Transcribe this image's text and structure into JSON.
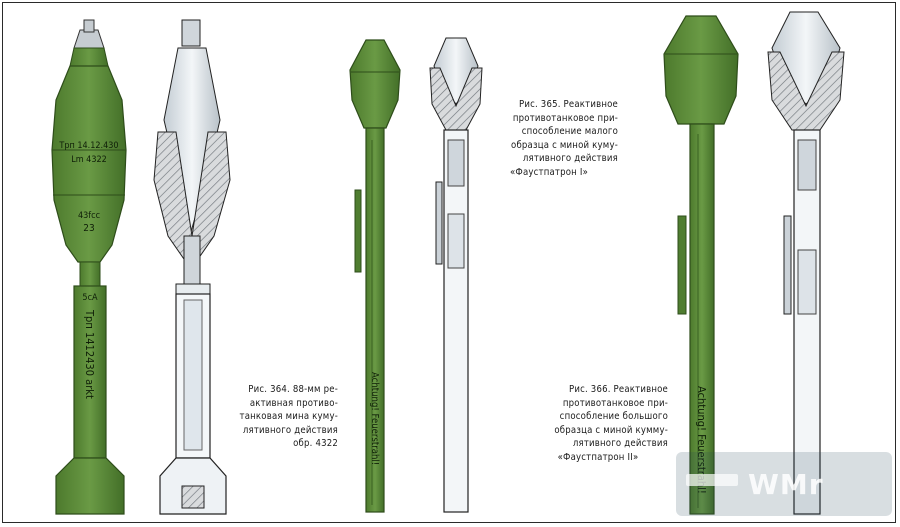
{
  "figures": [
    {
      "lines": [
        "Рис. 364. 88-мм ре-",
        "активная противо-",
        "танковая мина куму-",
        "лятивного действия",
        "обр. 4322"
      ]
    },
    {
      "lines": [
        "Рис. 365. Реактивное",
        "противотанковое при-",
        "способление малого",
        "образца с миной куму-",
        "лятивного действия",
        "«Фаустпатрон I»"
      ]
    },
    {
      "lines": [
        "Рис. 366. Реактивное",
        "противотанковое при-",
        "способление большого",
        "образца с миной кумму-",
        "лятивного действия",
        "«Фаустпатрон II»"
      ]
    }
  ],
  "markings": {
    "warhead_1": "Трп 14.12.430",
    "warhead_2": "Lm 4322",
    "warhead_3": "43fcc",
    "warhead_4": "23",
    "tail_1": "5cA",
    "tail_vertical": "Трп 1412430 arkt",
    "tube_small": "Achtung! Feuerstrahl!",
    "tube_large": "Achtung! Feuerstrahl!"
  },
  "watermark": "WMr",
  "colors": {
    "olive": "#5f8c3c",
    "olive_dark": "#3f6a26",
    "metal": "#d6dde2",
    "hatch": "#8a8f96"
  }
}
